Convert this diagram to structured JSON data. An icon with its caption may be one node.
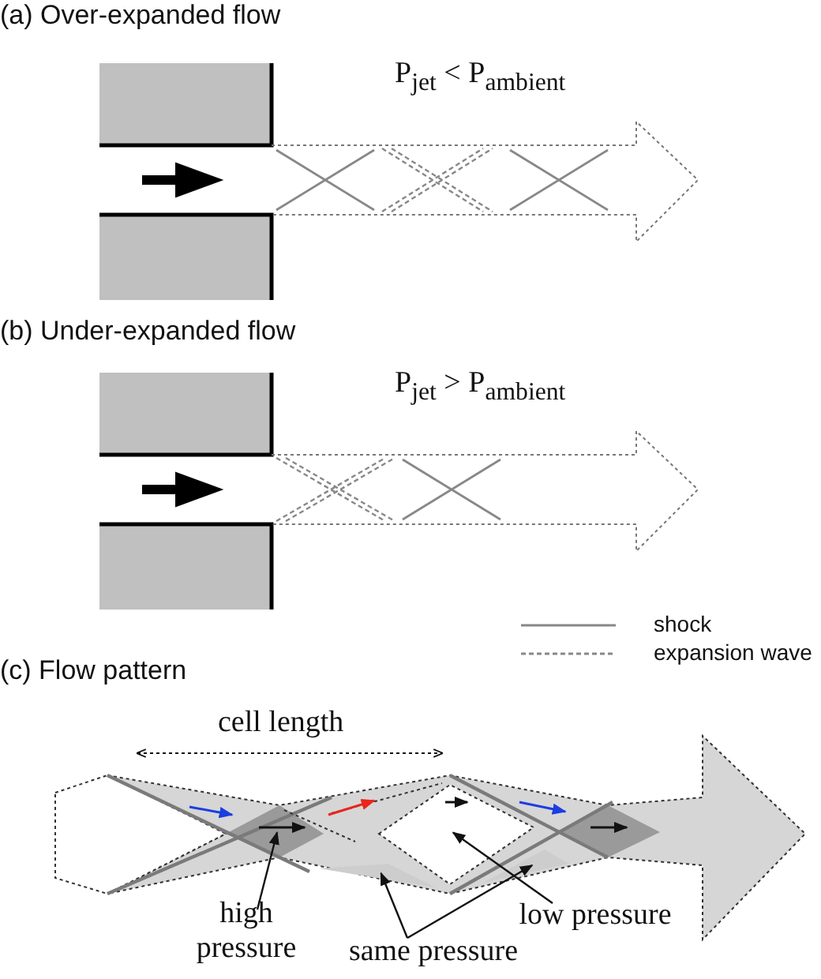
{
  "diagram": {
    "nodes": [
      {
        "text": [
          "high pressure"
        ]
      },
      {
        "text": [],
        "shape": "diamond"
      },
      {
        "text": [
          "same pressure"
        ]
      },
      {
        "text": [],
        "shape": "triangle"
      },
      {
        "text": [],
        "shape": "triangle"
      },
      {
        "text": [
          "low pressure"
        ]
      },
      {
        "text": [],
        "shape": "diamond"
      }
    ],
    "edges": [
      {
        "from": 0,
        "to": 1,
        "arrow": "to"
      },
      {
        "from": 2,
        "to": 3,
        "arrow": "to"
      },
      {
        "from": 2,
        "to": 4,
        "arrow": "to"
      },
      {
        "from": 5,
        "to": 6,
        "arrow": "to"
      }
    ],
    "labels": [
      "(a) Over-expanded flow",
      "P$_{jet}$ < P$_{ambient}$",
      "(b) Under-expanded flow",
      "P$_{jet}$ > P$_{ambient}$",
      "(c) Flow pattern",
      "cell length"
    ],
    "legend": [
      {
        "text": "shock"
      },
      {
        "text": "expansion wave"
      }
    ]
  }
}
